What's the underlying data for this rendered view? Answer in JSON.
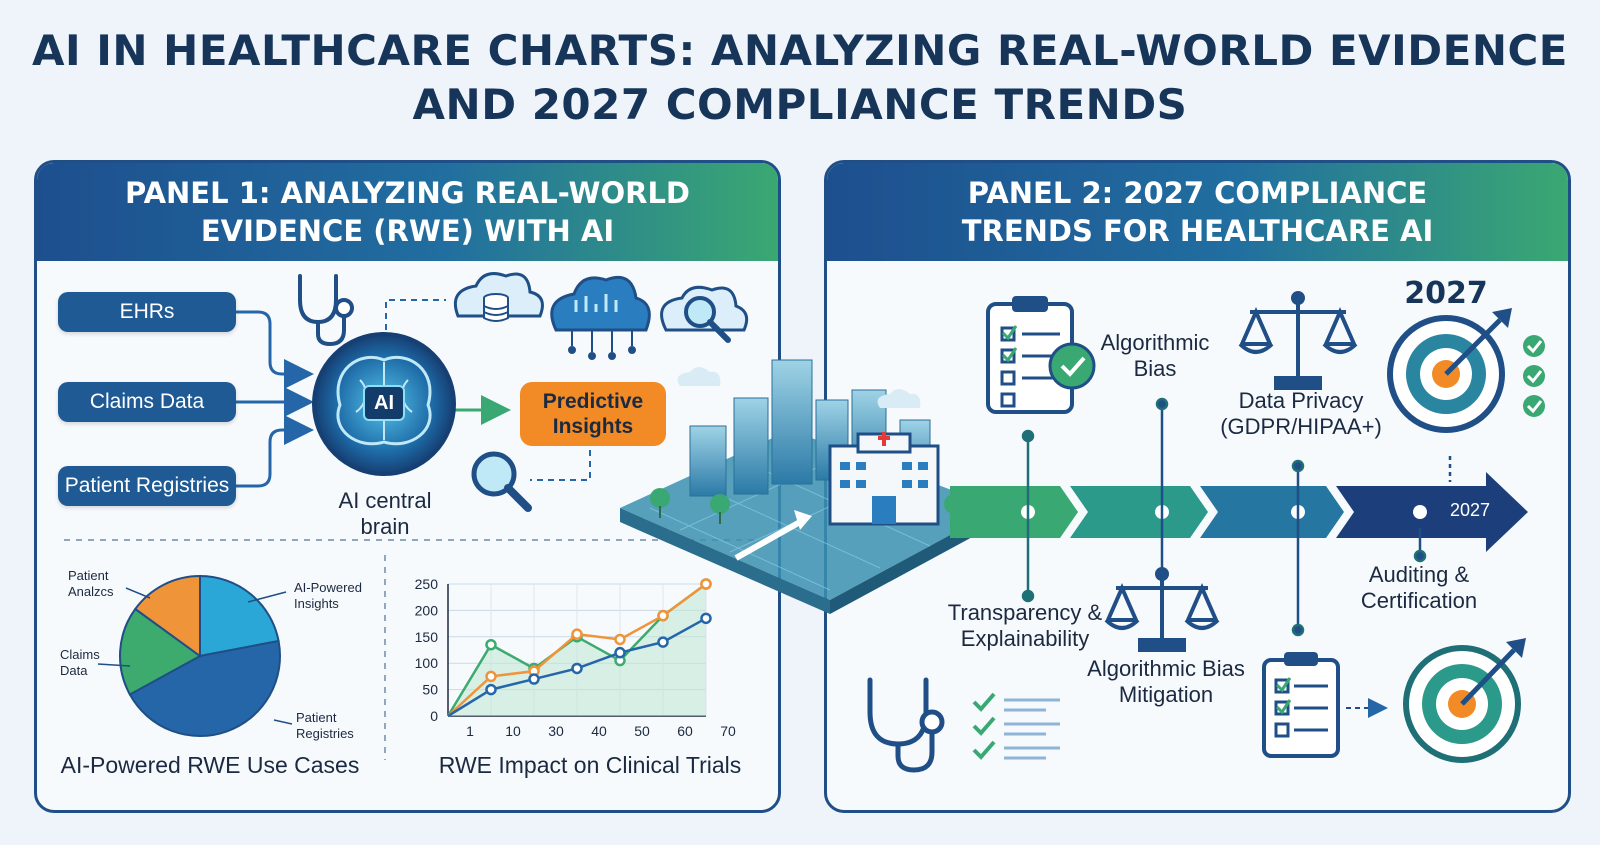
{
  "title": "AI IN HEALTHCARE CHARTS: ANALYZING REAL-WORLD EVIDENCE AND 2027 COMPLIANCE TRENDS",
  "panel1": {
    "header": "PANEL 1: ANALYZING REAL-WORLD EVIDENCE (RWE) WITH AI",
    "sources": [
      "EHRs",
      "Claims Data",
      "Patient Registries"
    ],
    "ai_chip": "AI",
    "brain_label": "AI central brain",
    "insights": "Predictive Insights"
  },
  "panel2": {
    "header": "PANEL 2: 2027 COMPLIANCE TRENDS FOR HEALTHCARE AI",
    "year_top": "2027",
    "timeline_label": "2027",
    "labels": {
      "algorithmic_bias": "Algorithmic Bias",
      "data_privacy": "Data Privacy (GDPR/HIPAA+)",
      "transparency": "Transparency & Explainability",
      "bias_mitigation": "Algorithmic Bias Mitigation",
      "auditing": "Auditing & Certification"
    }
  },
  "colors": {
    "navy": "#1f4f86",
    "green": "#3aa872",
    "orange": "#f28a25",
    "teal": "#2aa7d6",
    "pie_blue": "#2566a8",
    "pie_green": "#3daa6e"
  },
  "chart_data": [
    {
      "type": "pie",
      "title": "AI-Powered RWE Use Cases",
      "labels": [
        "AI-Powered Insights",
        "Patient Registries",
        "Claims Data",
        "Patient Analzcs"
      ],
      "values": [
        22,
        45,
        18,
        15
      ]
    },
    {
      "type": "line",
      "title": "RWE Impact on Clinical Trials",
      "x": [
        1,
        10,
        30,
        40,
        50,
        60,
        70
      ],
      "ylim": [
        0,
        250
      ],
      "yticks": [
        0,
        50,
        100,
        150,
        200,
        250
      ],
      "grid": true,
      "series": [
        {
          "values": [
            0,
            135,
            90,
            150,
            105,
            190,
            250
          ]
        },
        {
          "values": [
            0,
            75,
            85,
            155,
            145,
            190,
            250
          ]
        },
        {
          "values": [
            0,
            50,
            70,
            90,
            120,
            140,
            185
          ]
        }
      ]
    }
  ]
}
